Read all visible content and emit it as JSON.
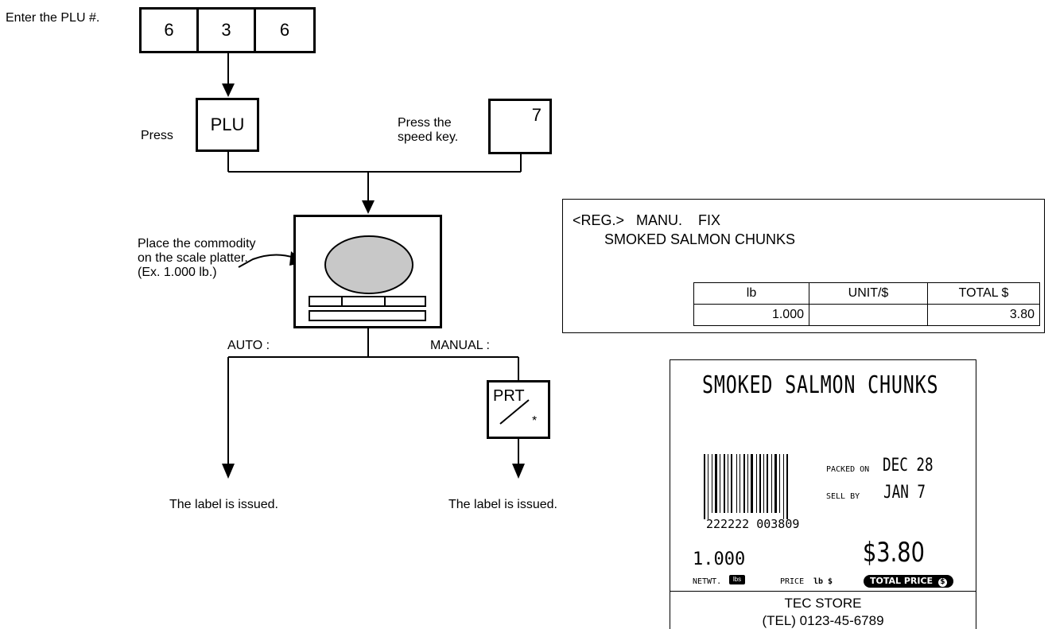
{
  "steps": {
    "enter_plu": "Enter the PLU #.",
    "plu_digits": [
      "6",
      "3",
      "6"
    ],
    "press": "Press",
    "plu_key": "PLU",
    "press_speed_key": [
      "Press the",
      "speed key."
    ],
    "speed_key_number": "7",
    "place_commodity": [
      "Place the commodity",
      "on the scale platter.",
      "(Ex. 1.000 lb.)"
    ],
    "auto": "AUTO :",
    "manual": "MANUAL :",
    "prt_key": "PRT",
    "prt_sub": "*",
    "issued_auto": "The label is issued.",
    "issued_manual": "The label is issued."
  },
  "display": {
    "line1": "<REG.>   MANU.    FIX",
    "line2": "SMOKED SALMON CHUNKS",
    "headers": [
      "lb",
      "UNIT/$",
      "TOTAL $"
    ],
    "values": [
      "1.000",
      "",
      "3.80"
    ]
  },
  "label": {
    "product": "SMOKED SALMON CHUNKS",
    "packed_on_label": "PACKED ON",
    "packed_on_date": "DEC 28",
    "sell_by_label": "SELL BY",
    "sell_by_date": "JAN 7",
    "barcode_digits": "222222 003809",
    "net_weight": "1.000",
    "price": "$3.80",
    "netwt_label": "NETWT.",
    "netwt_unit": "lbs",
    "price_label": "PRICE",
    "price_unit": "lb $",
    "total_price_label": "TOTAL PRICE",
    "total_price_unit": "$",
    "store_name": "TEC STORE",
    "store_phone": "(TEL) 0123-45-6789"
  }
}
